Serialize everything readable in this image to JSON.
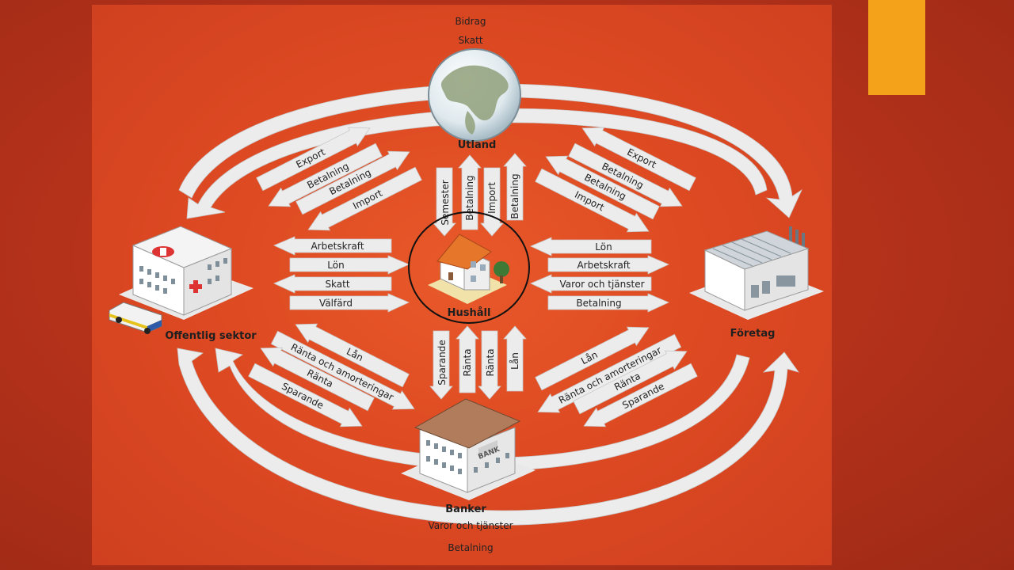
{
  "colors": {
    "slide_background": "#b0321c",
    "diagram_background": "#de4a22",
    "accent": "#f4a21a",
    "arrow_fill": "#ececec"
  },
  "nodes": {
    "world": "Utland",
    "household": "Hushåll",
    "public": "Offentlig sektor",
    "company": "Företag",
    "bank": "Banker",
    "bank_sign": "BANK"
  },
  "outer_flows": {
    "top_outer": "Bidrag",
    "top_inner": "Skatt",
    "bottom_inner": "Varor och tjänster",
    "bottom_outer": "Betalning"
  },
  "left_flows": [
    {
      "label": "Arbetskraft",
      "direction": "to-public"
    },
    {
      "label": "Lön",
      "direction": "to-household"
    },
    {
      "label": "Skatt",
      "direction": "to-public"
    },
    {
      "label": "Välfärd",
      "direction": "to-household"
    }
  ],
  "right_flows": [
    {
      "label": "Lön",
      "direction": "to-household"
    },
    {
      "label": "Arbetskraft",
      "direction": "to-company"
    },
    {
      "label": "Varor och tjänster",
      "direction": "to-household"
    },
    {
      "label": "Betalning",
      "direction": "to-company"
    }
  ],
  "top_flows": [
    {
      "label": "Semester",
      "direction": "down"
    },
    {
      "label": "Betalning",
      "direction": "up"
    },
    {
      "label": "Import",
      "direction": "down"
    },
    {
      "label": "Betalning",
      "direction": "up"
    }
  ],
  "bottom_flows": [
    {
      "label": "Sparande",
      "direction": "down"
    },
    {
      "label": "Ränta",
      "direction": "up"
    },
    {
      "label": "Ränta",
      "direction": "down"
    },
    {
      "label": "Lån",
      "direction": "up"
    }
  ],
  "top_left_flows": [
    {
      "label": "Export",
      "direction": "to-world"
    },
    {
      "label": "Betalning",
      "direction": "to-public"
    },
    {
      "label": "Betalning",
      "direction": "to-world"
    },
    {
      "label": "Import",
      "direction": "to-public"
    }
  ],
  "top_right_flows": [
    {
      "label": "Export",
      "direction": "to-world"
    },
    {
      "label": "Betalning",
      "direction": "to-company"
    },
    {
      "label": "Betalning",
      "direction": "to-world"
    },
    {
      "label": "Import",
      "direction": "to-company"
    }
  ],
  "bottom_left_flows": [
    {
      "label": "Lån",
      "direction": "to-public"
    },
    {
      "label": "Ränta och amorteringar",
      "direction": "to-bank"
    },
    {
      "label": "Ränta",
      "direction": "to-public"
    },
    {
      "label": "Sparande",
      "direction": "to-bank"
    }
  ],
  "bottom_right_flows": [
    {
      "label": "Lån",
      "direction": "to-company"
    },
    {
      "label": "Ränta och amorteringar",
      "direction": "to-bank"
    },
    {
      "label": "Ränta",
      "direction": "to-company"
    },
    {
      "label": "Sparande",
      "direction": "to-bank"
    }
  ]
}
